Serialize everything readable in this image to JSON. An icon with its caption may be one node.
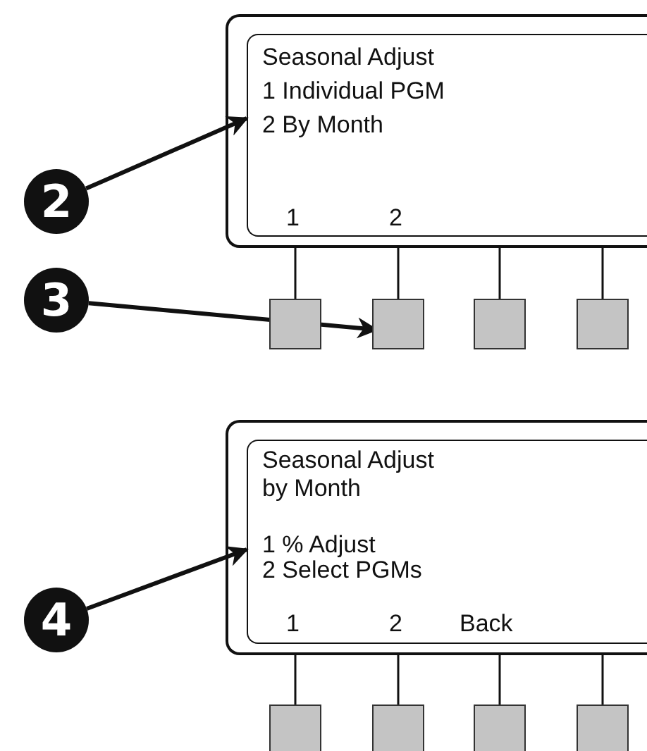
{
  "diagram": {
    "nodes": [
      {
        "text": [],
        "shape": "box"
      },
      {
        "text": [
          "Seasonal Adjust",
          "1 Individual PGM",
          "2 By Month",
          "1",
          "2"
        ],
        "in": 0
      },
      {
        "text": [
          "2"
        ]
      },
      {
        "text": [
          "3"
        ]
      },
      {
        "text": [],
        "shape": "box"
      },
      {
        "text": [],
        "shape": "box"
      },
      {
        "text": [],
        "shape": "box"
      },
      {
        "text": [],
        "shape": "box"
      },
      {
        "text": [],
        "shape": "box"
      },
      {
        "text": [
          "Seasonal Adjust by Month",
          "1 % Adjust",
          "2 Select PGMs",
          "1",
          "2",
          "Back"
        ],
        "in": 8
      },
      {
        "text": [
          "4"
        ]
      },
      {
        "text": [],
        "shape": "box"
      },
      {
        "text": [],
        "shape": "box"
      },
      {
        "text": [],
        "shape": "box"
      },
      {
        "text": [],
        "shape": "box"
      }
    ],
    "edges": [
      {
        "from": 2,
        "to": 1,
        "arrow": "to",
        "style": "thick"
      },
      {
        "from": 0,
        "to": 4,
        "arrow": "none"
      },
      {
        "from": 0,
        "to": 5,
        "arrow": "none"
      },
      {
        "from": 0,
        "to": 6,
        "arrow": "none"
      },
      {
        "from": 0,
        "to": 7,
        "arrow": "none"
      },
      {
        "from": 3,
        "to": 5,
        "arrow": "to",
        "style": "thick"
      },
      {
        "from": 10,
        "to": 9,
        "arrow": "to",
        "style": "thick"
      },
      {
        "from": 8,
        "to": 11,
        "arrow": "none"
      },
      {
        "from": 8,
        "to": 12,
        "arrow": "none"
      },
      {
        "from": 8,
        "to": 13,
        "arrow": "none"
      },
      {
        "from": 8,
        "to": 14,
        "arrow": "none"
      }
    ]
  }
}
